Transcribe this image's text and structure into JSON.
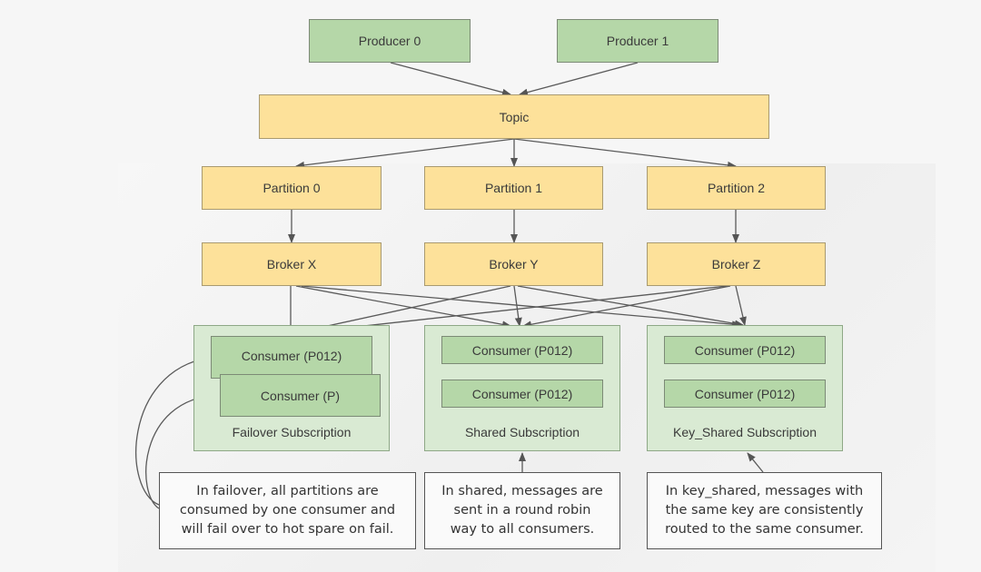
{
  "producers": [
    {
      "label": "Producer 0"
    },
    {
      "label": "Producer 1"
    }
  ],
  "topic": {
    "label": "Topic"
  },
  "partitions": [
    {
      "label": "Partition 0"
    },
    {
      "label": "Partition 1"
    },
    {
      "label": "Partition 2"
    }
  ],
  "brokers": [
    {
      "label": "Broker X"
    },
    {
      "label": "Broker Y"
    },
    {
      "label": "Broker Z"
    }
  ],
  "subscriptions": [
    {
      "label": "Failover Subscription",
      "consumers": [
        "Consumer (P012)",
        "Consumer (P)"
      ]
    },
    {
      "label": "Shared Subscription",
      "consumers": [
        "Consumer (P012)",
        "Consumer (P012)"
      ]
    },
    {
      "label": "Key_Shared Subscription",
      "consumers": [
        "Consumer (P012)",
        "Consumer (P012)"
      ]
    }
  ],
  "notes": [
    {
      "lines": [
        "In failover, all partitions are",
        "consumed by one consumer and",
        "will fail over to hot spare on fail."
      ]
    },
    {
      "lines": [
        "In shared, messages are",
        "sent in a round robin",
        "way to all consumers."
      ]
    },
    {
      "lines": [
        "In key_shared, messages with",
        "the same key are consistently",
        "routed to the same consumer."
      ]
    }
  ],
  "colors": {
    "producer_fill": "#b5d7a8",
    "topic_fill": "#fde19a",
    "subscription_fill": "#d9ead3",
    "arrow": "#555555"
  }
}
